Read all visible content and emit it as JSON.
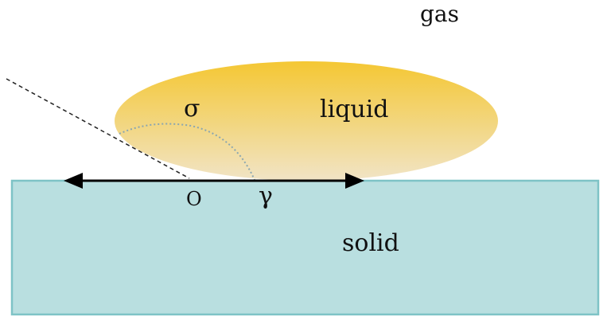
{
  "labels": {
    "gas": "gas",
    "liquid": "liquid",
    "solid": "solid",
    "sigma": "σ",
    "origin": "O",
    "gamma": "γ"
  },
  "colors": {
    "solid_fill": "#b9dfe0",
    "solid_stroke": "#7ec3c6",
    "liquid_top": "#f4c733",
    "liquid_bottom": "#f1e4c6",
    "arrow": "#000000",
    "dashed_line": "#222222",
    "dotted_arc": "#8aa6b0"
  }
}
